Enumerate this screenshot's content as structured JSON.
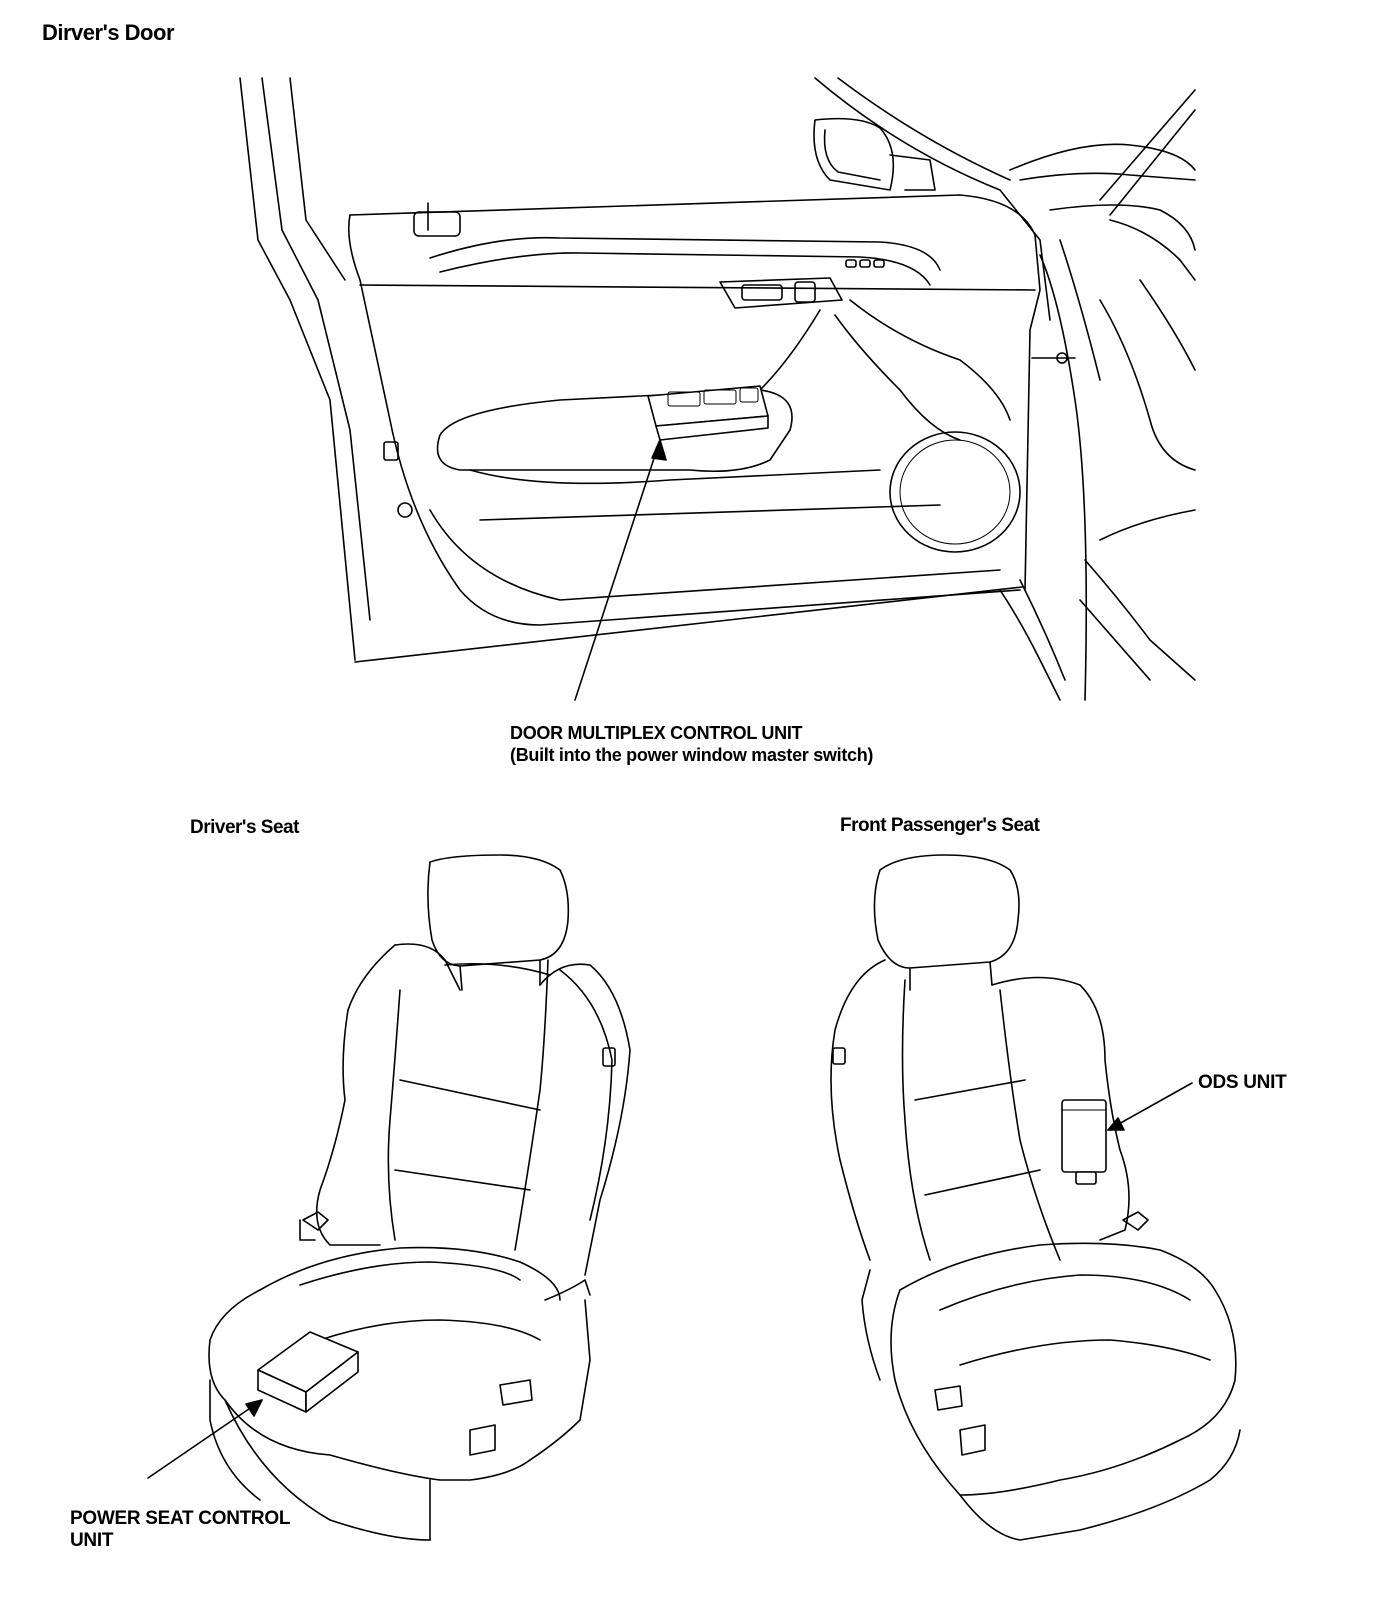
{
  "sections": {
    "door_title": "Dirver's Door",
    "drivers_seat_title": "Driver's Seat",
    "passenger_seat_title": "Front Passenger's Seat"
  },
  "callouts": {
    "door_unit_line1": "DOOR MULTIPLEX CONTROL UNIT",
    "door_unit_line2": "(Built into the power window master switch)",
    "power_seat_line1": "POWER SEAT CONTROL",
    "power_seat_line2": "UNIT",
    "ods_unit": "ODS UNIT"
  },
  "colors": {
    "ink": "#000000",
    "paper": "#ffffff"
  }
}
